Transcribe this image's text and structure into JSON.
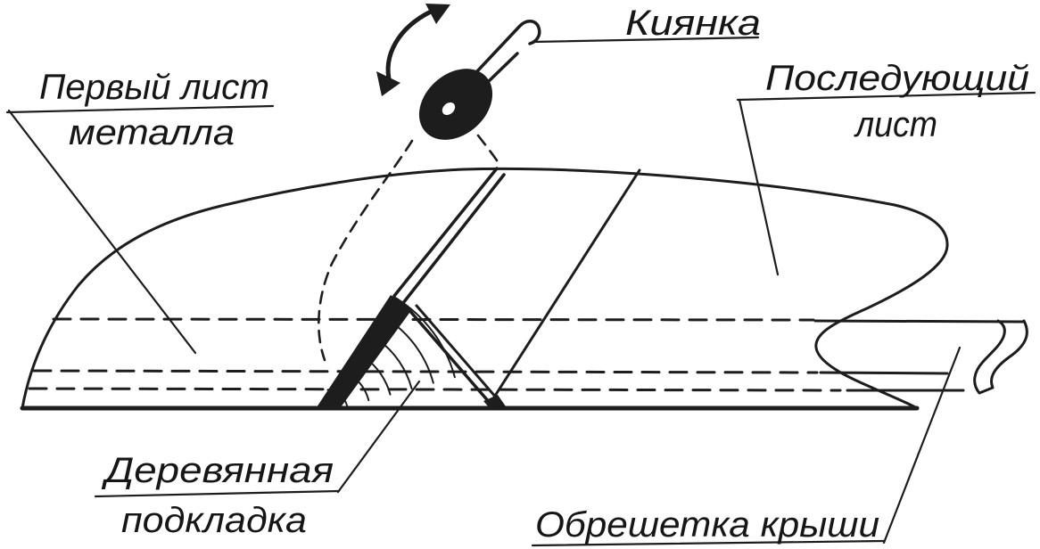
{
  "colors": {
    "background": "#ffffff",
    "ink": "#1d1d1d"
  },
  "labels": {
    "mallet": {
      "text": "Киянка"
    },
    "first_sheet": {
      "line1": "Первый лист",
      "line2": "металла"
    },
    "next_sheet": {
      "line1": "Последующий",
      "line2": "лист"
    },
    "wood_backing": {
      "line1": "Деревянная",
      "line2": "подкладка"
    },
    "roof_lathing": {
      "text": "Обрешетка крыши"
    }
  }
}
